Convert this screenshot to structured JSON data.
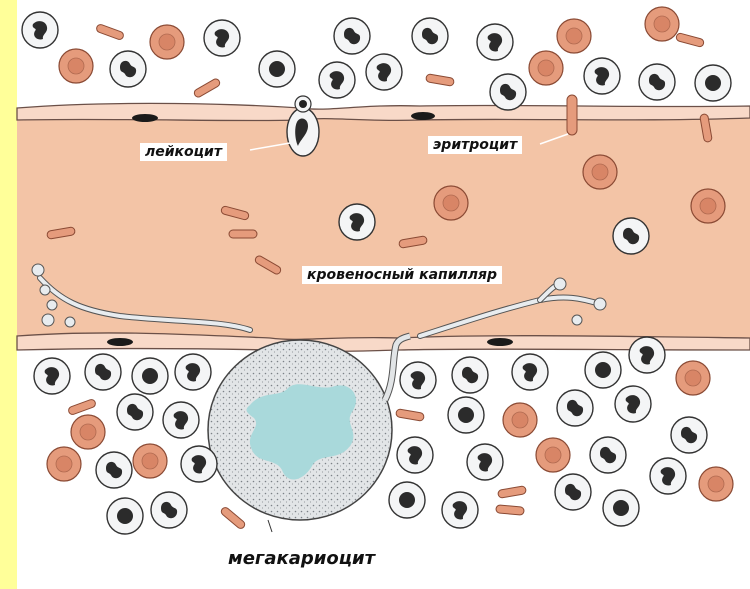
{
  "labels": {
    "leukocyte": "лейкоцит",
    "erythrocyte": "эритроцит",
    "capillary": "кровеносный  капилляр",
    "megakaryocyte": "мегакариоцит"
  },
  "colors": {
    "page_background": "#ffff99",
    "figure_background": "#ffffff",
    "capillary_lumen": "#f3c4a6",
    "vessel_wall": "#f8d9c8",
    "erythrocyte": "#e59b7c",
    "megakaryocyte_cytoplasm": "#e3e6e8",
    "megakaryocyte_nucleus": "#a9d9db",
    "nucleus": "#2b2b2b",
    "platelet_stream": "#e8ecef"
  }
}
